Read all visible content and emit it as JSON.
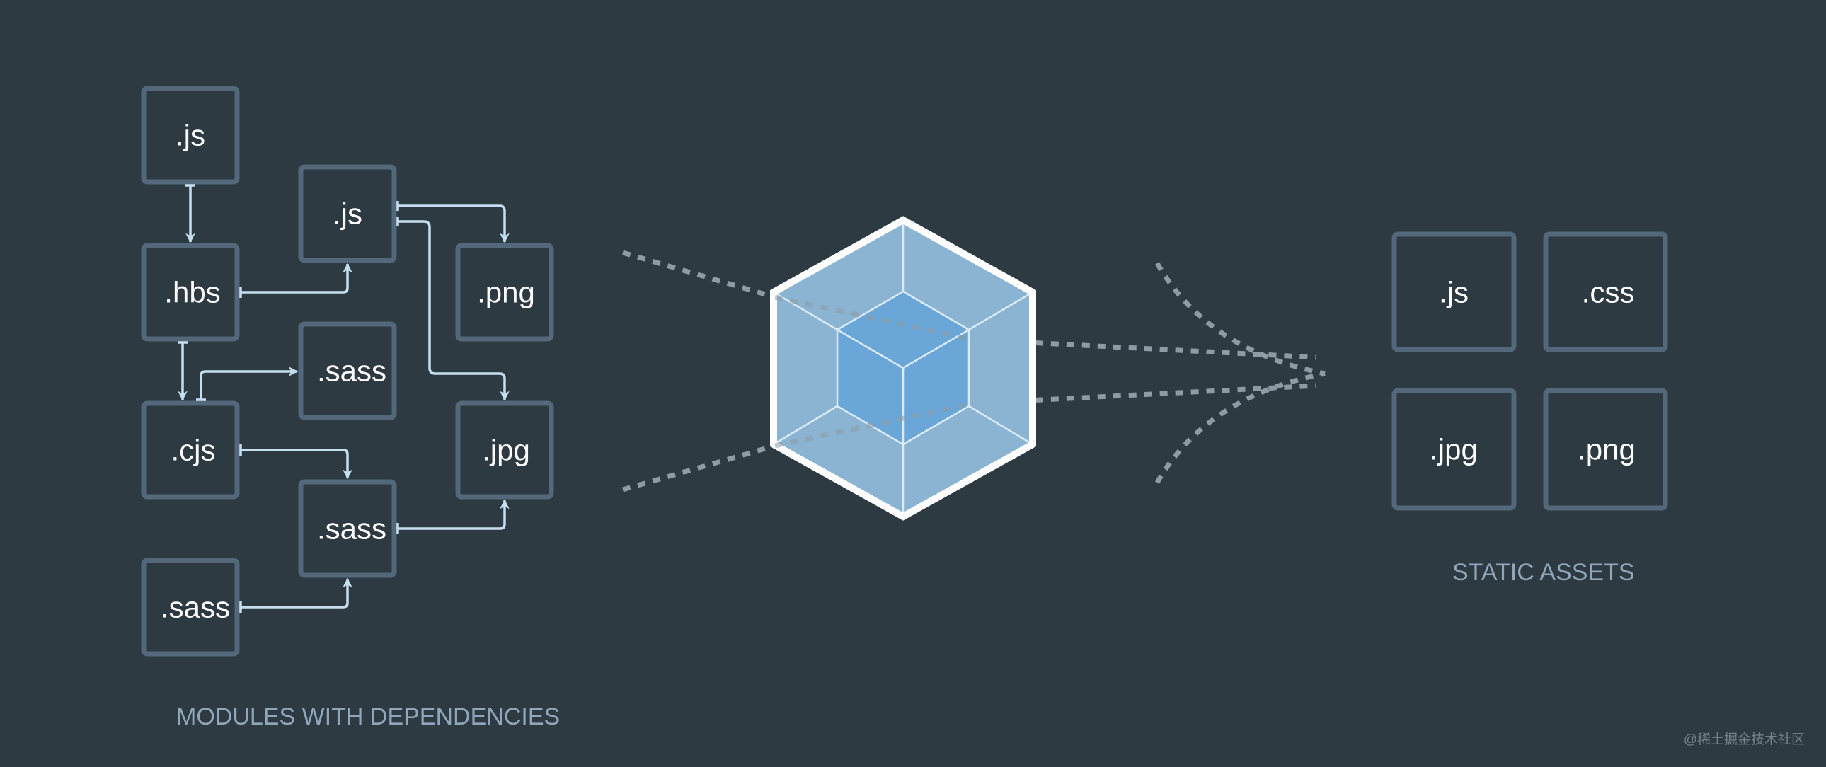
{
  "modules": {
    "caption": "MODULES WITH DEPENDENCIES",
    "items": [
      ".js",
      ".js",
      ".hbs",
      ".png",
      ".sass",
      ".cjs",
      ".jpg",
      ".sass",
      ".sass"
    ]
  },
  "bundler": {
    "icon": "webpack-cube-icon"
  },
  "assets": {
    "caption": "STATIC ASSETS",
    "items": [
      ".js",
      ".css",
      ".jpg",
      ".png"
    ]
  },
  "watermark": "@稀土掘金技术社区",
  "colors": {
    "background": "#2e3a42",
    "box_border": "#53687a",
    "arrow": "#c5dff0",
    "caption": "#8fa6bb",
    "cube_outer": "#8ab4d2",
    "cube_inner": "#6aa6d8"
  }
}
